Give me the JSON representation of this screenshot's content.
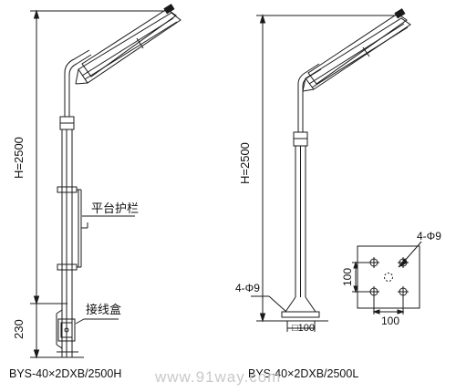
{
  "left_drawing": {
    "height_dim": "H=2500",
    "base_dim": "230",
    "label_guardrail": "平台护栏",
    "label_junction_box": "接线盒",
    "caption": "BYS-40×2DXB/2500H"
  },
  "right_drawing": {
    "height_dim": "H=2500",
    "hole_label_left": "4-Φ9",
    "hole_label_right": "4-Φ9",
    "base_plate_label": "□100",
    "plate_dim_vertical": "100",
    "plate_dim_horizontal": "100",
    "caption": "BYS-40×2DXB/2500L"
  },
  "watermark": "www.91way.com"
}
